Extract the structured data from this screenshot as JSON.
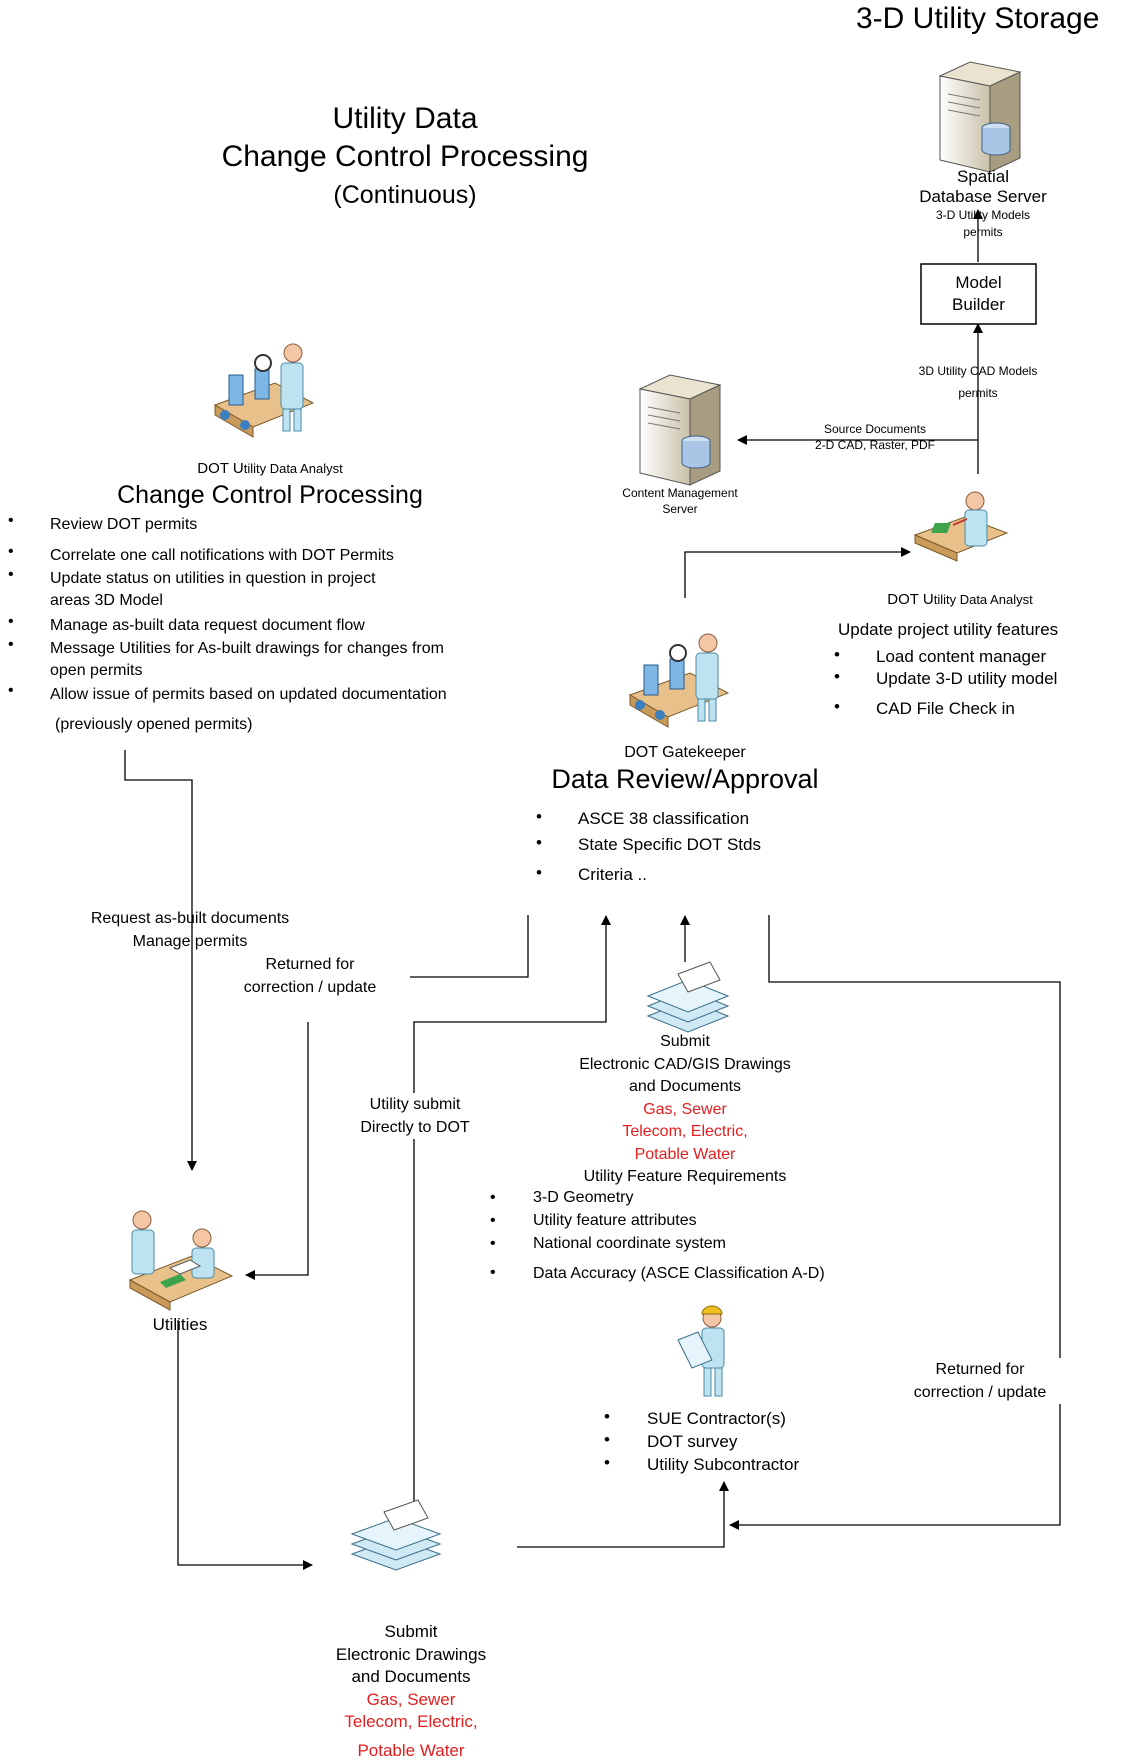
{
  "header": {
    "storage_title": "3-D Utility Storage",
    "title_line1": "Utility Data",
    "title_line2": "Change Control Processing",
    "title_line3": "(Continuous)"
  },
  "spatial_server": {
    "label_line1": "Spatial",
    "label_line2": "Database Server",
    "models_line1": "3-D Utility Models",
    "models_line2": "permits"
  },
  "model_builder": {
    "line1": "Model",
    "line2": "Builder"
  },
  "cad_models_label": {
    "line1": "3D Utility CAD Models",
    "line2": "permits"
  },
  "content_server": {
    "label_line1": "Content  Management",
    "label_line2": "Server",
    "source_line1": "Source Documents",
    "source_line2": "2-D CAD, Raster, PDF"
  },
  "change_control": {
    "role_prefix": "DOT U",
    "role_rest": "tility Data Analyst",
    "heading": "Change Control Processing",
    "bullets": [
      "Review  DOT permits",
      "Correlate one call notifications with DOT Permits",
      "Update status on utilities in question in project",
      "Manage as-built data request document flow",
      "Message Utilities for As-built drawings for changes from",
      "Allow issue of  permits based on updated documentation"
    ],
    "continuations": [
      "areas  3D Model",
      "open permits",
      "(previously opened permits)"
    ]
  },
  "update_features": {
    "role_prefix": "DOT U",
    "role_rest": "tility Data Analyst",
    "heading": "Update project utility features",
    "bullets": [
      "Load content manager",
      "Update 3-D utility model",
      "CAD File Check in"
    ]
  },
  "gatekeeper": {
    "role": "DOT Gatekeeper",
    "heading": "Data Review/Approval",
    "bullets": [
      "ASCE 38 classification",
      "State Specific DOT Stds",
      "Criteria .."
    ]
  },
  "flow_labels": {
    "request_line1": "Request as-built documents",
    "request_line2": "Manage  permits",
    "returned_left_line1": "Returned for",
    "returned_left_line2": "correction / update",
    "utility_submit_line1": "Utility submit",
    "utility_submit_line2": "Directly to DOT",
    "returned_right_line1": "Returned for",
    "returned_right_line2": "correction / update"
  },
  "submit_cad": {
    "line1": "Submit",
    "line2": "Electronic CAD/GIS Drawings",
    "line3": "and Documents",
    "red1": "Gas, Sewer",
    "red2": "Telecom, Electric,",
    "red3": "Potable Water",
    "requirements_heading": "Utility Feature Requirements",
    "requirements": [
      "3-D Geometry",
      "Utility feature attributes",
      "National coordinate system",
      "Data Accuracy (ASCE Classification A-D)"
    ]
  },
  "utilities": {
    "label": "Utilities"
  },
  "contractors": {
    "bullets": [
      "SUE Contractor(s)",
      "DOT survey",
      "Utility Subcontractor"
    ]
  },
  "submit_electronic": {
    "line1": "Submit",
    "line2": "Electronic Drawings",
    "line3": "and Documents",
    "red1": "Gas, Sewer",
    "red2": "Telecom, Electric,",
    "red3": "Potable Water"
  },
  "colors": {
    "red_text": "#e41e1e",
    "line": "#000000",
    "skin": "#f5c6a5",
    "coat": "#bde3f0",
    "desk": "#e7c08a",
    "doc": "#cfe9f5"
  }
}
